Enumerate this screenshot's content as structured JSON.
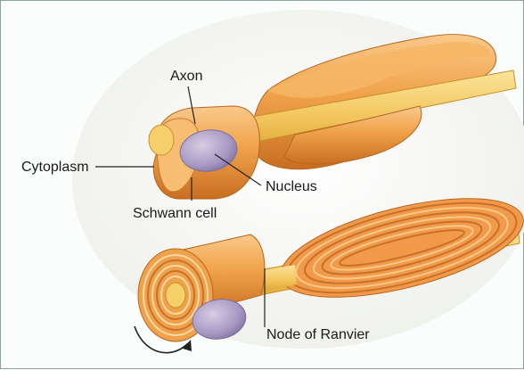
{
  "diagram": {
    "labels": {
      "axon": "Axon",
      "cytoplasm": "Cytoplasm",
      "nucleus": "Nucleus",
      "schwann_cell": "Schwann cell",
      "node_of_ranvier": "Node of Ranvier"
    },
    "colors": {
      "axon": "#f2c45a",
      "axon_light": "#fbe49a",
      "schwann": "#f0a24a",
      "schwann_dark": "#d9802c",
      "schwann_light": "#f9c98a",
      "nucleus": "#b0a3c8",
      "nucleus_dark": "#8e7fae",
      "background": "#f3f1e8",
      "leader_line": "#222222"
    }
  }
}
